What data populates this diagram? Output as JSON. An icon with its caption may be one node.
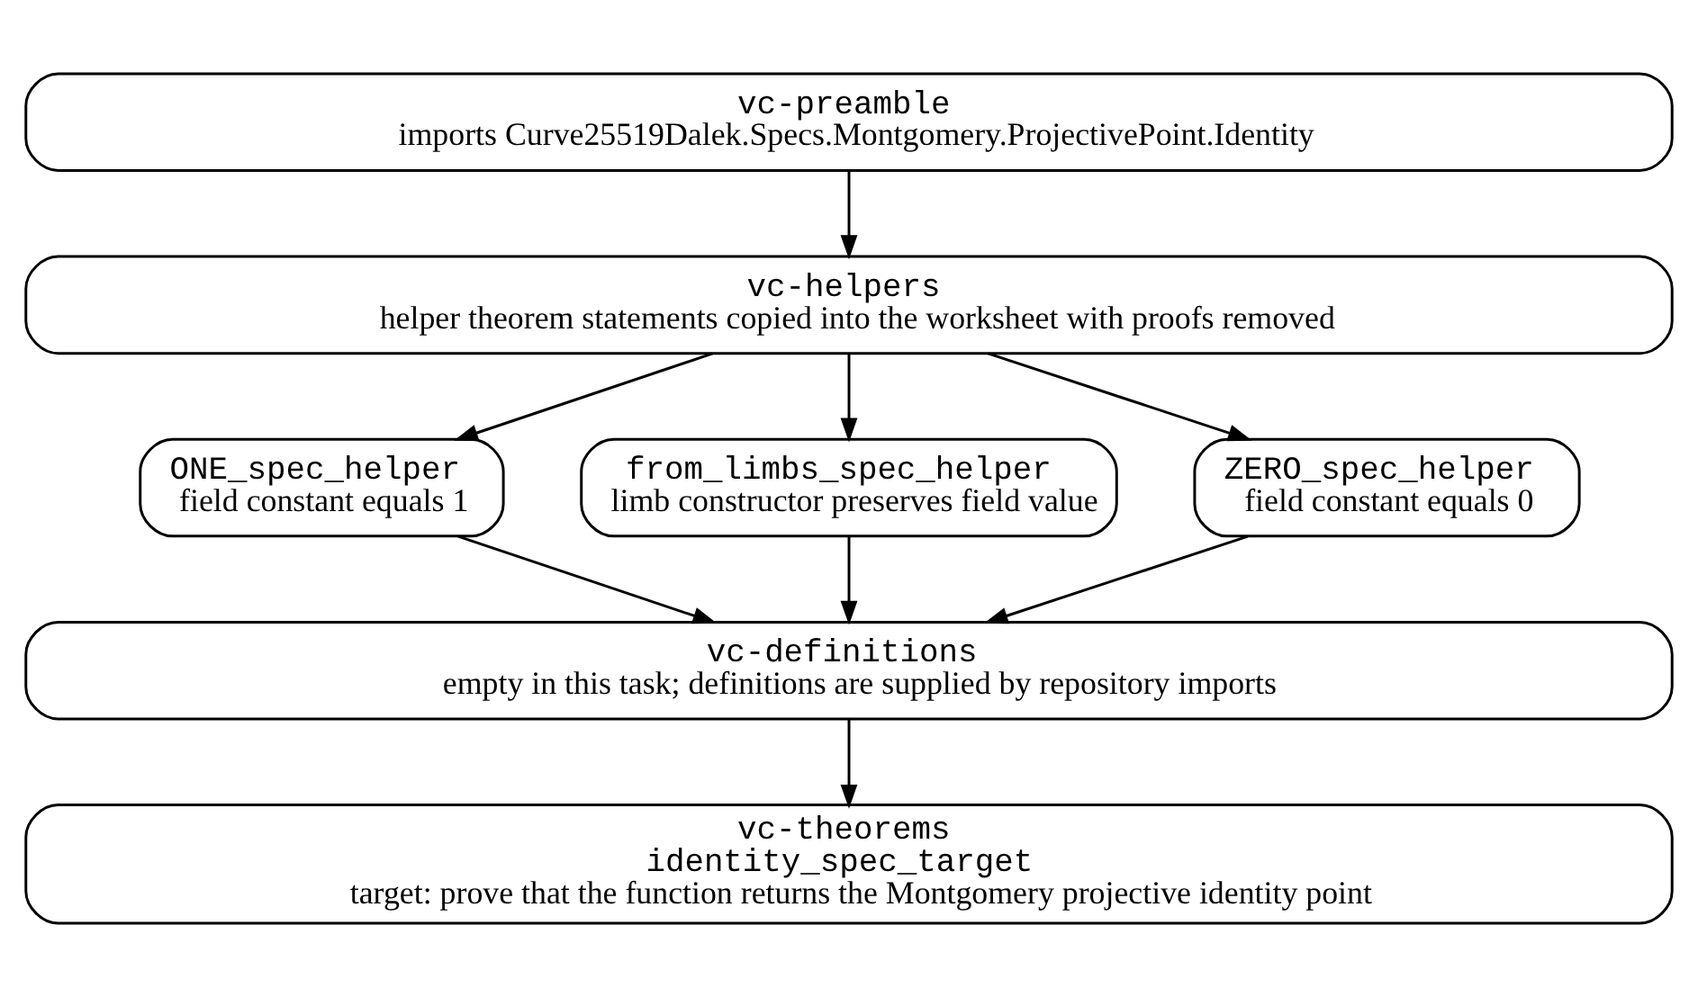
{
  "diagram": {
    "nodes": [
      {
        "text": [
          "vc-preamble",
          "imports Curve25519Dalek.Specs.Montgomery.ProjectivePoint.Identity"
        ]
      },
      {
        "text": [
          "vc-helpers",
          "helper theorem statements copied into the worksheet with proofs removed"
        ]
      },
      {
        "text": [
          "ONE_spec_helper",
          "field constant equals 1"
        ]
      },
      {
        "text": [
          "from_limbs_spec_helper",
          "limb constructor preserves field value"
        ]
      },
      {
        "text": [
          "ZERO_spec_helper",
          "field constant equals 0"
        ]
      },
      {
        "text": [
          "vc-definitions",
          "empty in this task; definitions are supplied by repository imports"
        ]
      },
      {
        "text": [
          "vc-theorems",
          "identity_spec_target",
          "target: prove that the function returns the Montgomery projective identity point"
        ]
      }
    ],
    "edges": [
      {
        "from": 0,
        "to": 1,
        "arrow": "to"
      },
      {
        "from": 1,
        "to": 2,
        "arrow": "to"
      },
      {
        "from": 1,
        "to": 3,
        "arrow": "to"
      },
      {
        "from": 1,
        "to": 4,
        "arrow": "to"
      },
      {
        "from": 2,
        "to": 5,
        "arrow": "to"
      },
      {
        "from": 3,
        "to": 5,
        "arrow": "to"
      },
      {
        "from": 4,
        "to": 5,
        "arrow": "to"
      },
      {
        "from": 5,
        "to": 6,
        "arrow": "to"
      }
    ]
  }
}
